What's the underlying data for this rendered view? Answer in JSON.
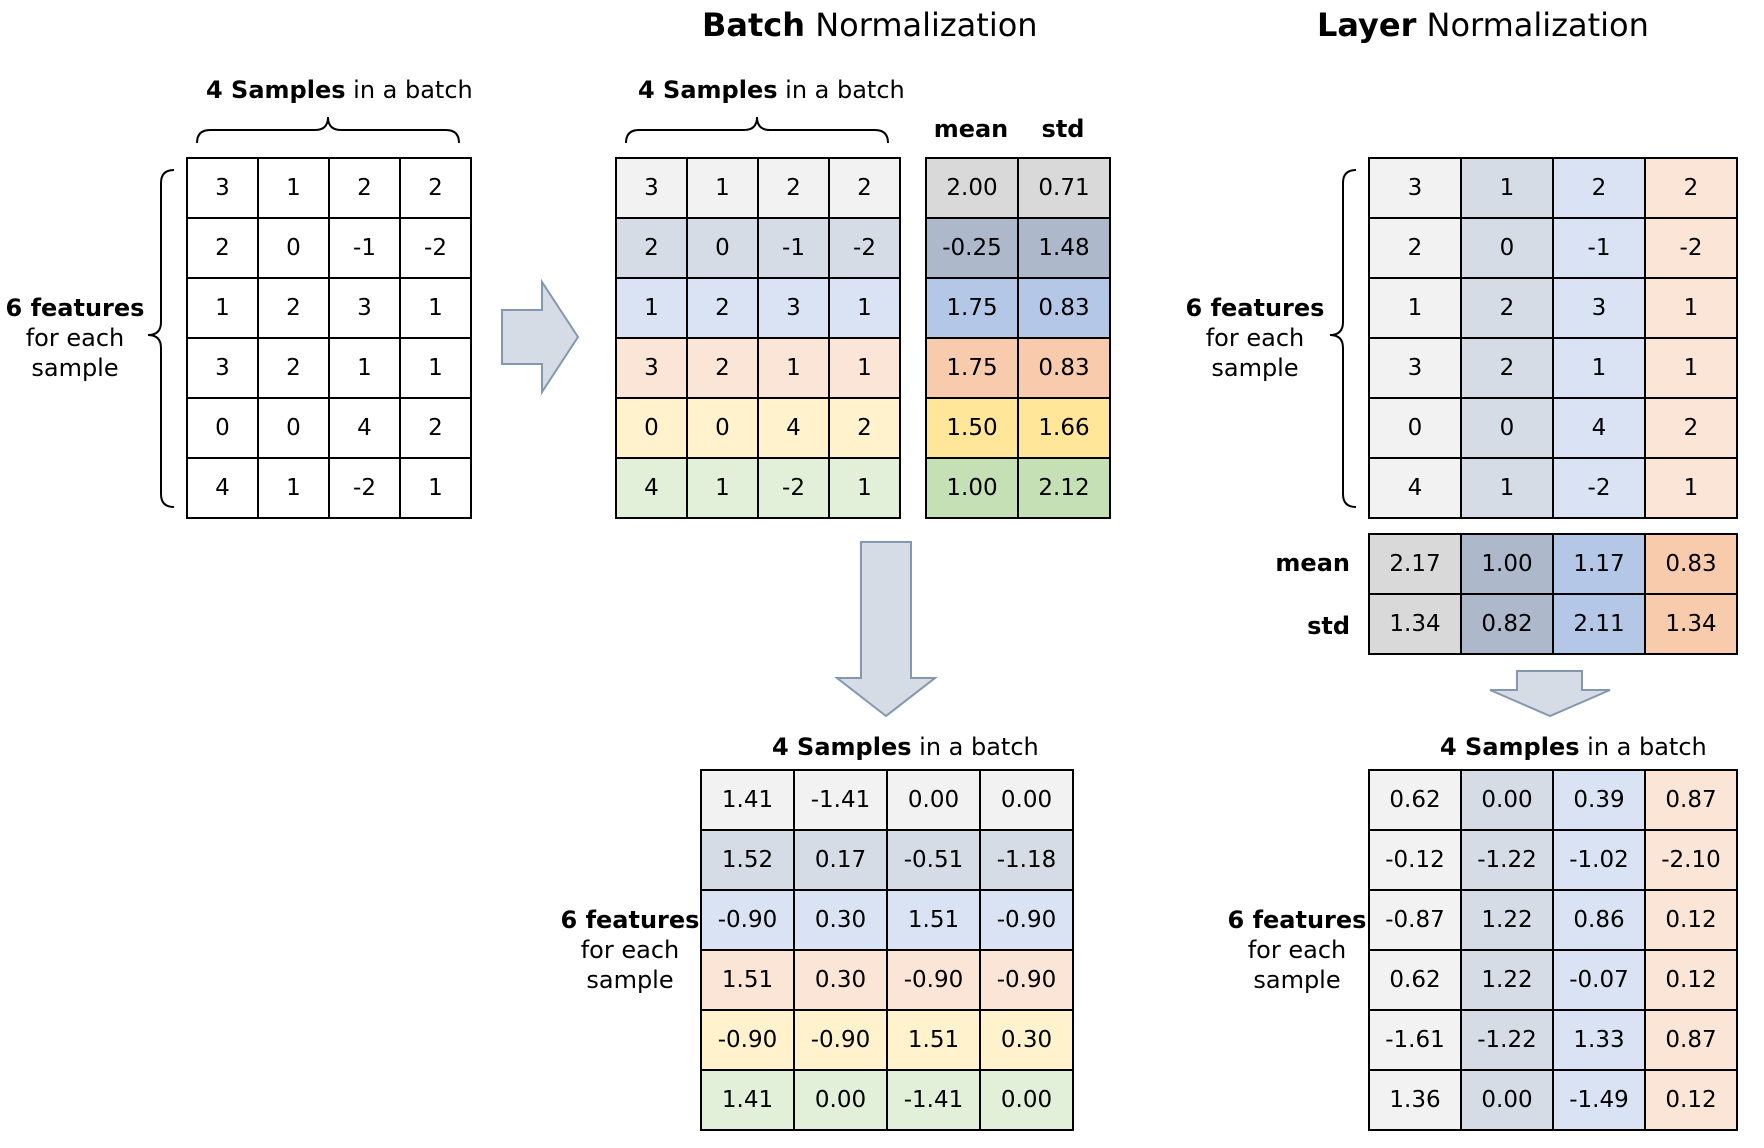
{
  "batch_title": {
    "bold": "Batch",
    "rest": " Normalization"
  },
  "layer_title": {
    "bold": "Layer",
    "rest": " Normalization"
  },
  "samples_caption": {
    "bold": "4 Samples",
    "rest": " in a batch"
  },
  "features_caption": {
    "bold": "6 features",
    "line2": "for each",
    "line3": "sample"
  },
  "stats_labels": {
    "mean": "mean",
    "std": "std"
  },
  "colors": {
    "row_tints": [
      "#f2f2f2",
      "#d6dce5",
      "#dae3f3",
      "#fbe5d6",
      "#fff2cc",
      "#e2f0d9"
    ],
    "batch_stat_tints": [
      "#d9d9d9",
      "#adb9ca",
      "#b4c7e7",
      "#f8cbad",
      "#ffe699",
      "#c5e0b4"
    ],
    "layer_col_tints": [
      "#f2f2f2",
      "#d6dce5",
      "#dae3f3",
      "#fbe5d6"
    ],
    "layer_stat_tints": [
      "#d9d9d9",
      "#adb9ca",
      "#b4c7e7",
      "#f8cbad"
    ],
    "arrow_fill": "#d6dce5",
    "arrow_stroke": "#8497b0"
  },
  "input_matrix": [
    [
      "3",
      "1",
      "2",
      "2"
    ],
    [
      "2",
      "0",
      "-1",
      "-2"
    ],
    [
      "1",
      "2",
      "3",
      "1"
    ],
    [
      "3",
      "2",
      "1",
      "1"
    ],
    [
      "0",
      "0",
      "4",
      "2"
    ],
    [
      "4",
      "1",
      "-2",
      "1"
    ]
  ],
  "batch_stats": [
    [
      "2.00",
      "0.71"
    ],
    [
      "-0.25",
      "1.48"
    ],
    [
      "1.75",
      "0.83"
    ],
    [
      "1.75",
      "0.83"
    ],
    [
      "1.50",
      "1.66"
    ],
    [
      "1.00",
      "2.12"
    ]
  ],
  "batch_output": [
    [
      "1.41",
      "-1.41",
      "0.00",
      "0.00"
    ],
    [
      "1.52",
      "0.17",
      "-0.51",
      "-1.18"
    ],
    [
      "-0.90",
      "0.30",
      "1.51",
      "-0.90"
    ],
    [
      "1.51",
      "0.30",
      "-0.90",
      "-0.90"
    ],
    [
      "-0.90",
      "-0.90",
      "1.51",
      "0.30"
    ],
    [
      "1.41",
      "0.00",
      "-1.41",
      "0.00"
    ]
  ],
  "layer_stats": {
    "mean": [
      "2.17",
      "1.00",
      "1.17",
      "0.83"
    ],
    "std": [
      "1.34",
      "0.82",
      "2.11",
      "1.34"
    ]
  },
  "layer_output": [
    [
      "0.62",
      "0.00",
      "0.39",
      "0.87"
    ],
    [
      "-0.12",
      "-1.22",
      "-1.02",
      "-2.10"
    ],
    [
      "-0.87",
      "1.22",
      "0.86",
      "0.12"
    ],
    [
      "0.62",
      "1.22",
      "-0.07",
      "0.12"
    ],
    [
      "-1.61",
      "-1.22",
      "1.33",
      "0.87"
    ],
    [
      "1.36",
      "0.00",
      "-1.49",
      "0.12"
    ]
  ]
}
